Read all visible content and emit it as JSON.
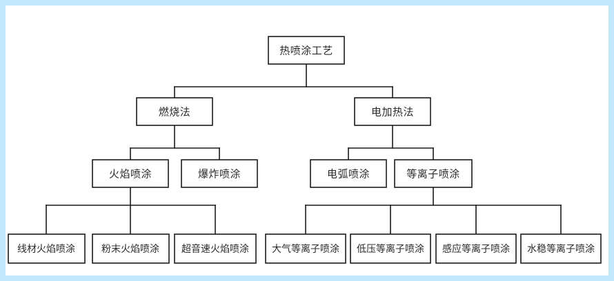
{
  "diagram": {
    "title_node": "热喷涂工艺",
    "frame_color": "#c2e7fa",
    "background_color": "#ffffff",
    "line_color": "#1a1a1a",
    "text_color": "#2b2b2b",
    "type": "tree",
    "levels": [
      {
        "level": 1,
        "nodes": [
          {
            "id": "root",
            "label": "热喷涂工艺"
          }
        ]
      },
      {
        "level": 2,
        "nodes": [
          {
            "id": "combustion",
            "label": "燃烧法",
            "parent": "root"
          },
          {
            "id": "electric",
            "label": "电加热法",
            "parent": "root"
          }
        ]
      },
      {
        "level": 3,
        "nodes": [
          {
            "id": "flame",
            "label": "火焰喷涂",
            "parent": "combustion"
          },
          {
            "id": "detonation",
            "label": "爆炸喷涂",
            "parent": "combustion"
          },
          {
            "id": "arc",
            "label": "电弧喷涂",
            "parent": "electric"
          },
          {
            "id": "plasma",
            "label": "等离子喷涂",
            "parent": "electric"
          }
        ]
      },
      {
        "level": 4,
        "nodes": [
          {
            "id": "wire-flame",
            "label": "线材火焰喷涂",
            "parent": "flame"
          },
          {
            "id": "powder-flame",
            "label": "粉末火焰喷涂",
            "parent": "flame"
          },
          {
            "id": "hvof",
            "label": "超音速火焰喷涂",
            "parent": "flame"
          },
          {
            "id": "aps",
            "label": "大气等离子喷涂",
            "parent": "plasma"
          },
          {
            "id": "lpps",
            "label": "低压等离子喷涂",
            "parent": "plasma"
          },
          {
            "id": "induction-plasma",
            "label": "感应等离子喷涂",
            "parent": "plasma"
          },
          {
            "id": "water-plasma",
            "label": "水稳等离子喷涂",
            "parent": "plasma"
          }
        ]
      }
    ]
  }
}
